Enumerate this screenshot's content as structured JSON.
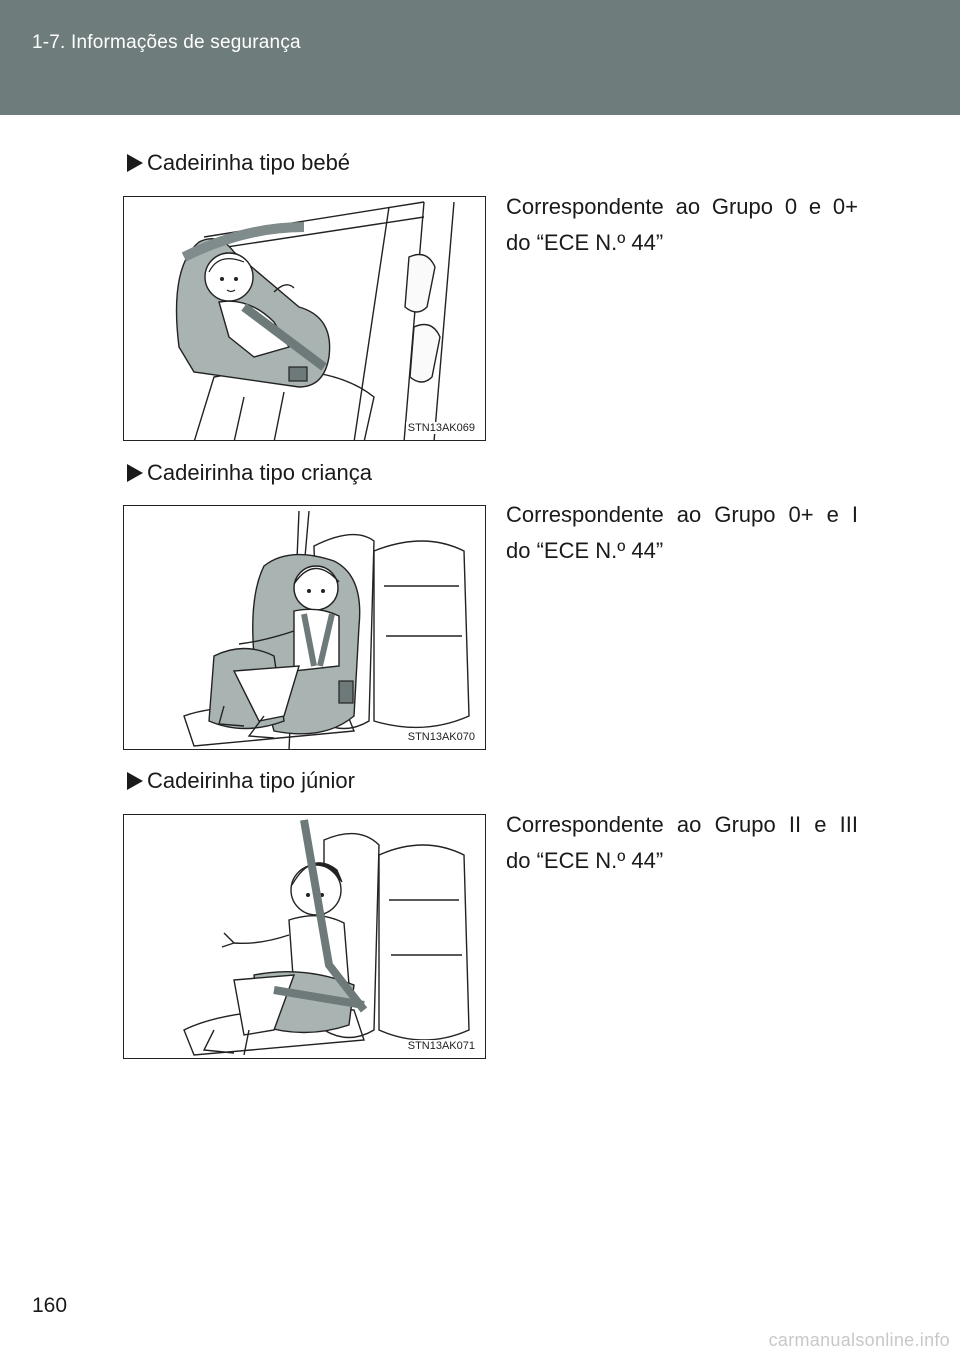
{
  "header": {
    "title": "1-7. Informações de segurança"
  },
  "sections": [
    {
      "heading": "Cadeirinha tipo bebé",
      "desc_line1": "Correspondente ao Grupo 0 e 0+",
      "desc_line2": "do “ECE N.º 44”",
      "figure_code": "STN13AK069",
      "figure_icon": "infant-car-seat-illustration"
    },
    {
      "heading": "Cadeirinha tipo criança",
      "desc_line1": "Correspondente ao Grupo 0+ e I",
      "desc_line2": "do “ECE N.º 44”",
      "figure_code": "STN13AK070",
      "figure_icon": "child-car-seat-illustration"
    },
    {
      "heading": "Cadeirinha tipo júnior",
      "desc_line1": "Correspondente ao Grupo II e III",
      "desc_line2": "do “ECE N.º 44”",
      "figure_code": "STN13AK071",
      "figure_icon": "junior-booster-seat-illustration"
    }
  ],
  "footer": {
    "page_number": "160",
    "watermark": "carmanualsonline.info"
  }
}
